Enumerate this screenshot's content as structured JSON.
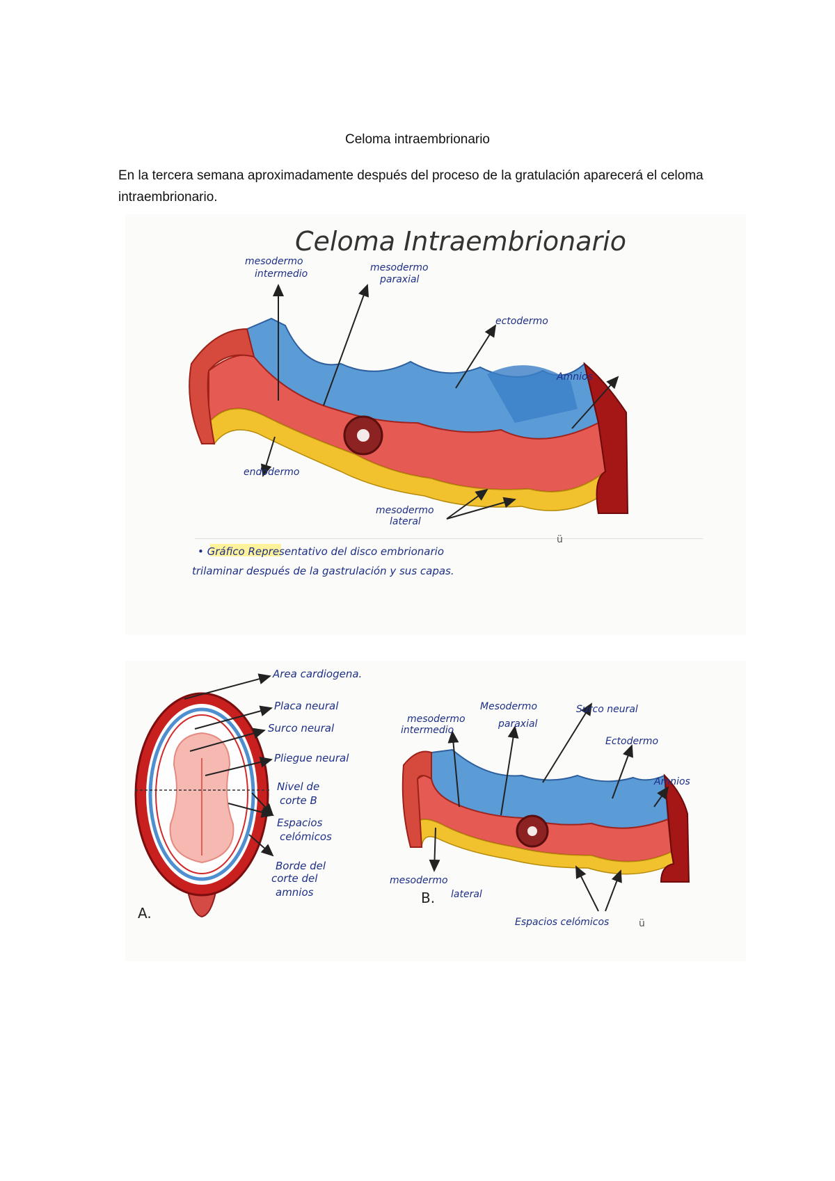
{
  "document": {
    "title": "Celoma intraembrionario",
    "paragraph": "En la tercera semana aproximadamente después del proceso de la gratulación aparecerá el celoma intraembrionario."
  },
  "figure1": {
    "heading": "Celoma Intraembrionario",
    "labels": {
      "mesodermo_intermedio": [
        "mesodermo",
        "intermedio"
      ],
      "mesodermo_paraxial": [
        "mesodermo",
        "paraxial"
      ],
      "ectodermo": "ectodermo",
      "amnios": "Amnios",
      "endodermo": "endodermo",
      "mesodermo_lateral": [
        "mesodermo",
        "lateral"
      ]
    },
    "caption": [
      "• Gráfico Representativo del disco embrionario",
      "trilaminar después de la gastrulación y sus capas."
    ],
    "mark": "ü",
    "colors": {
      "ectoderm": "#4f8fd0",
      "mesoderm": "#e2564f",
      "endoderm": "#f3c233",
      "amnion_wall": "#a81818",
      "ink": "#1d2f86"
    }
  },
  "figure2": {
    "labels": {
      "area_cardiogena": "Area cardiogena.",
      "placa_neural": "Placa neural",
      "surco_neural_a": "Surco neural",
      "pliegue_neural": "Pliegue neural",
      "nivel_corte": [
        "Nivel de",
        "corte B"
      ],
      "espacios_celomicos_a": [
        "Espacios",
        "celómicos"
      ],
      "borde_amnios": [
        "Borde del",
        "corte del",
        "amnios"
      ],
      "panel_a": "A.",
      "mesodermo_intermedio": [
        "mesodermo",
        "intermedio"
      ],
      "mesodermo_paraxial": [
        "Mesodermo",
        "paraxial"
      ],
      "surco_neural_b": "Surco neural",
      "ectodermo": "Ectodermo",
      "amnios": "Amnios",
      "mesodermo_lateral": [
        "mesodermo",
        "lateral"
      ],
      "panel_b": "B.",
      "espacios_celomicos_b": "Espacios celómicos",
      "mark": "ü"
    }
  }
}
